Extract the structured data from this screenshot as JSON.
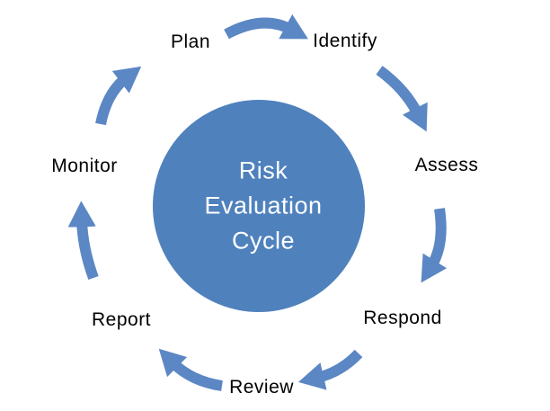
{
  "diagram": {
    "center": {
      "line1": "Risk",
      "line2": "Evaluation",
      "line3": "Cycle"
    },
    "direction": "clockwise",
    "steps": [
      {
        "label": "Plan"
      },
      {
        "label": "Identify"
      },
      {
        "label": "Assess"
      },
      {
        "label": "Respond"
      },
      {
        "label": "Review"
      },
      {
        "label": "Report"
      },
      {
        "label": "Monitor"
      }
    ],
    "colors": {
      "circle_fill": "#4f81bd",
      "arrow_fill": "#5b87c4",
      "label_text": "#000000",
      "center_text": "#ffffff",
      "background": "#ffffff"
    }
  }
}
